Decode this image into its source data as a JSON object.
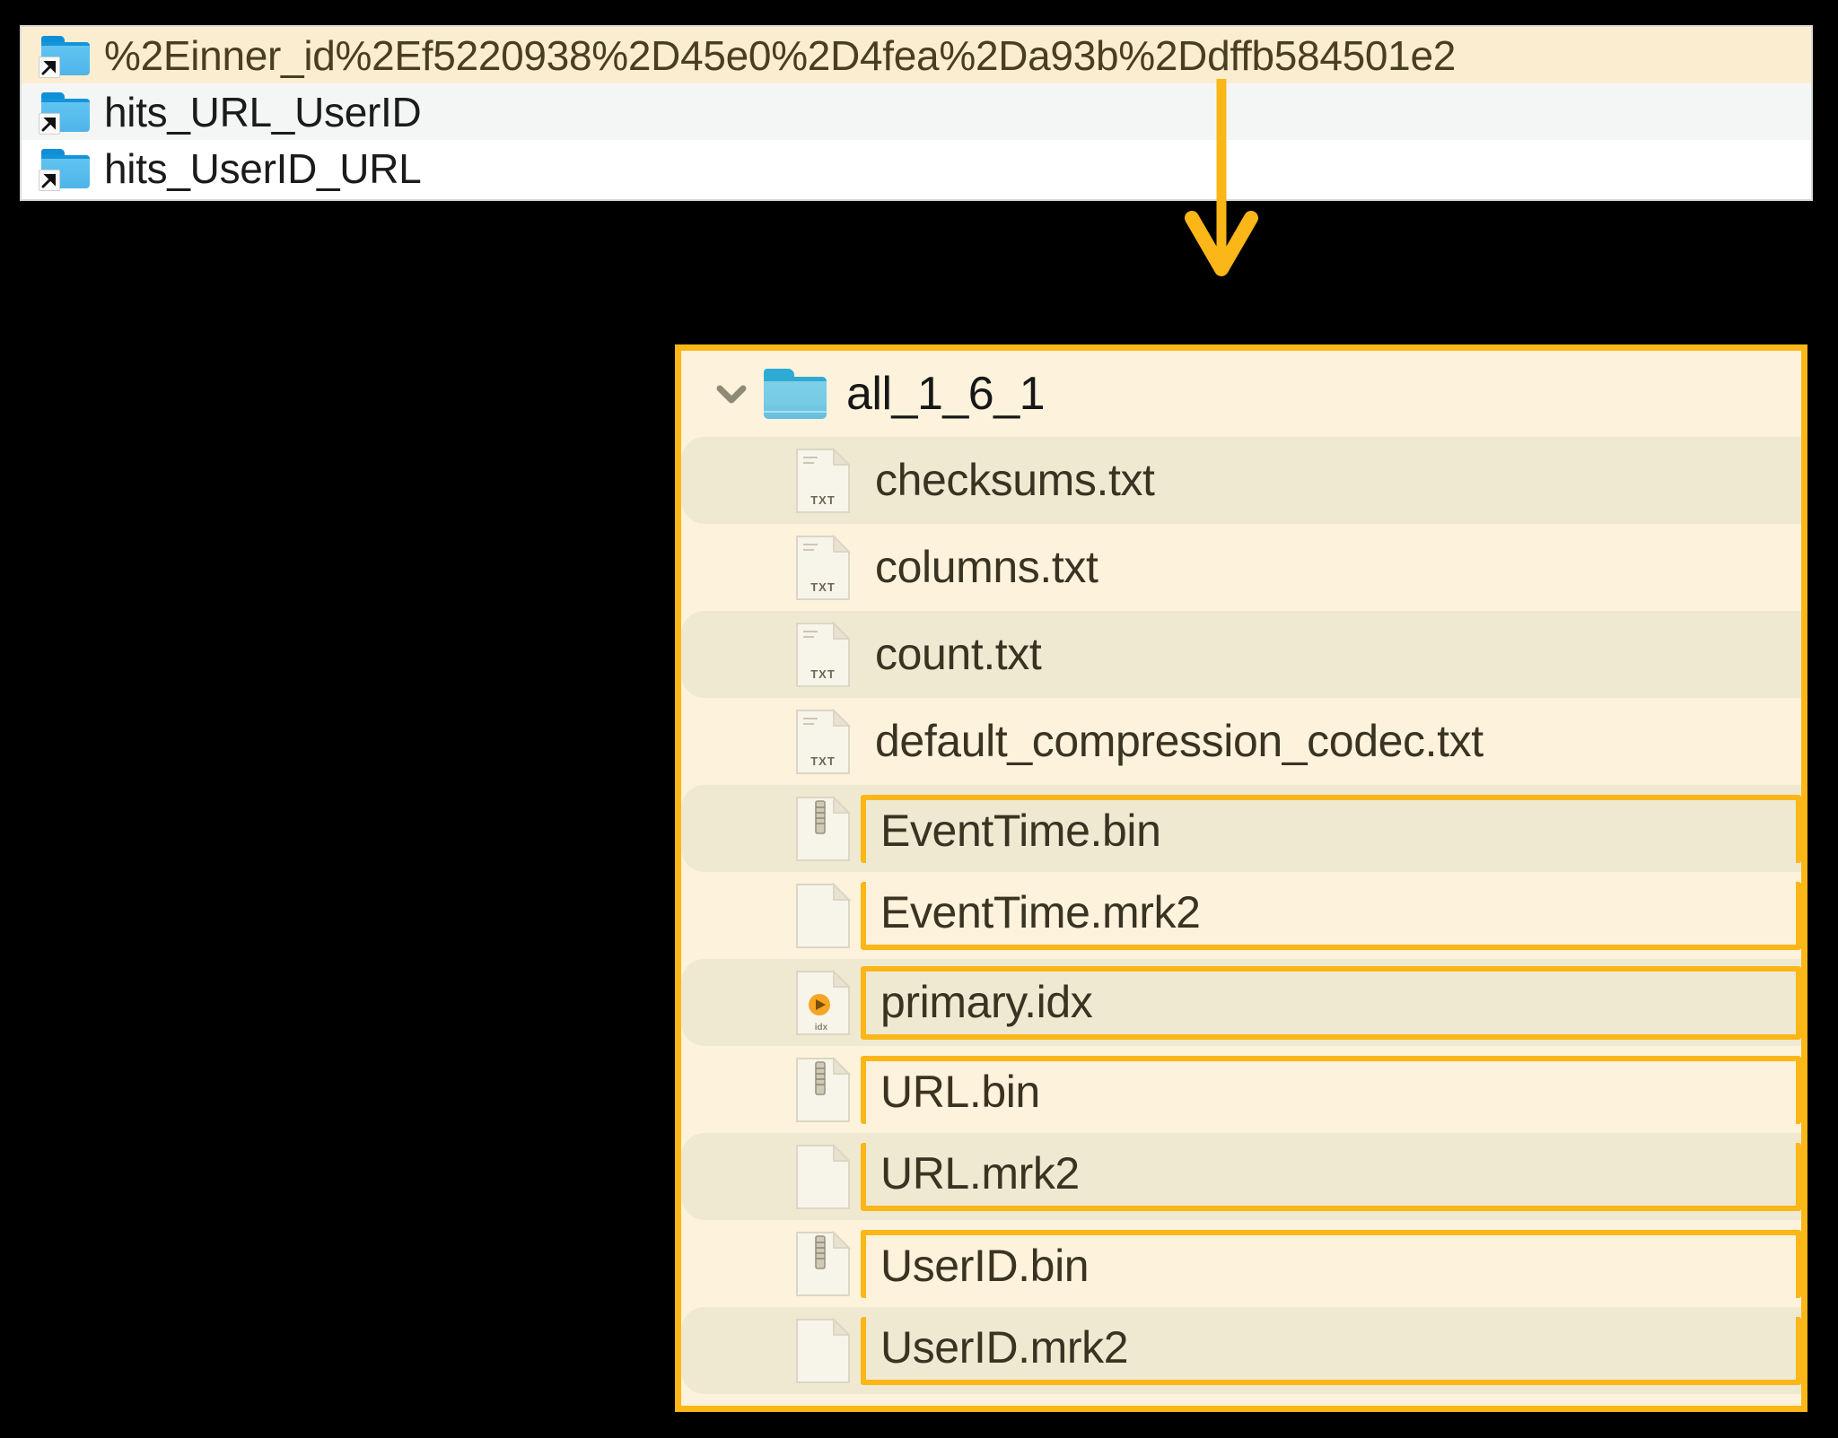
{
  "top_list": {
    "items": [
      {
        "label": "%2Einner_id%2Ef5220938%2D45e0%2D4fea%2Da93b%2Ddffb584501e2",
        "icon": "folder-alias-icon",
        "highlighted": true
      },
      {
        "label": "hits_URL_UserID",
        "icon": "folder-alias-icon",
        "highlighted": false
      },
      {
        "label": "hits_UserID_URL",
        "icon": "folder-alias-icon",
        "highlighted": false
      }
    ]
  },
  "connector": {
    "icon": "down-arrow-icon",
    "color": "#fbb617"
  },
  "panel": {
    "accent_color": "#fbb617",
    "background_color": "#fdf2dc",
    "header": {
      "expander_icon": "chevron-down-icon",
      "folder_icon": "folder-icon",
      "label": "all_1_6_1",
      "expanded": true
    },
    "files": [
      {
        "name": "checksums.txt",
        "icon": "txt-file-icon",
        "icon_label": "TXT",
        "boxed": false,
        "stripe": true
      },
      {
        "name": "columns.txt",
        "icon": "txt-file-icon",
        "icon_label": "TXT",
        "boxed": false,
        "stripe": false
      },
      {
        "name": "count.txt",
        "icon": "txt-file-icon",
        "icon_label": "TXT",
        "boxed": false,
        "stripe": true
      },
      {
        "name": "default_compression_codec.txt",
        "icon": "txt-file-icon",
        "icon_label": "TXT",
        "boxed": false,
        "stripe": false
      },
      {
        "name": "EventTime.bin",
        "icon": "bin-file-icon",
        "icon_label": "",
        "boxed": true,
        "box_part": "top",
        "stripe": true
      },
      {
        "name": "EventTime.mrk2",
        "icon": "blank-file-icon",
        "icon_label": "",
        "boxed": true,
        "box_part": "bottom",
        "stripe": false
      },
      {
        "name": "primary.idx",
        "icon": "idx-file-icon",
        "icon_label": "idx",
        "boxed": true,
        "box_part": "single",
        "stripe": true
      },
      {
        "name": "URL.bin",
        "icon": "bin-file-icon",
        "icon_label": "",
        "boxed": true,
        "box_part": "top",
        "stripe": false
      },
      {
        "name": "URL.mrk2",
        "icon": "blank-file-icon",
        "icon_label": "",
        "boxed": true,
        "box_part": "bottom",
        "stripe": true
      },
      {
        "name": "UserID.bin",
        "icon": "bin-file-icon",
        "icon_label": "",
        "boxed": true,
        "box_part": "top",
        "stripe": false
      },
      {
        "name": "UserID.mrk2",
        "icon": "blank-file-icon",
        "icon_label": "",
        "boxed": true,
        "box_part": "bottom",
        "stripe": true
      }
    ]
  }
}
